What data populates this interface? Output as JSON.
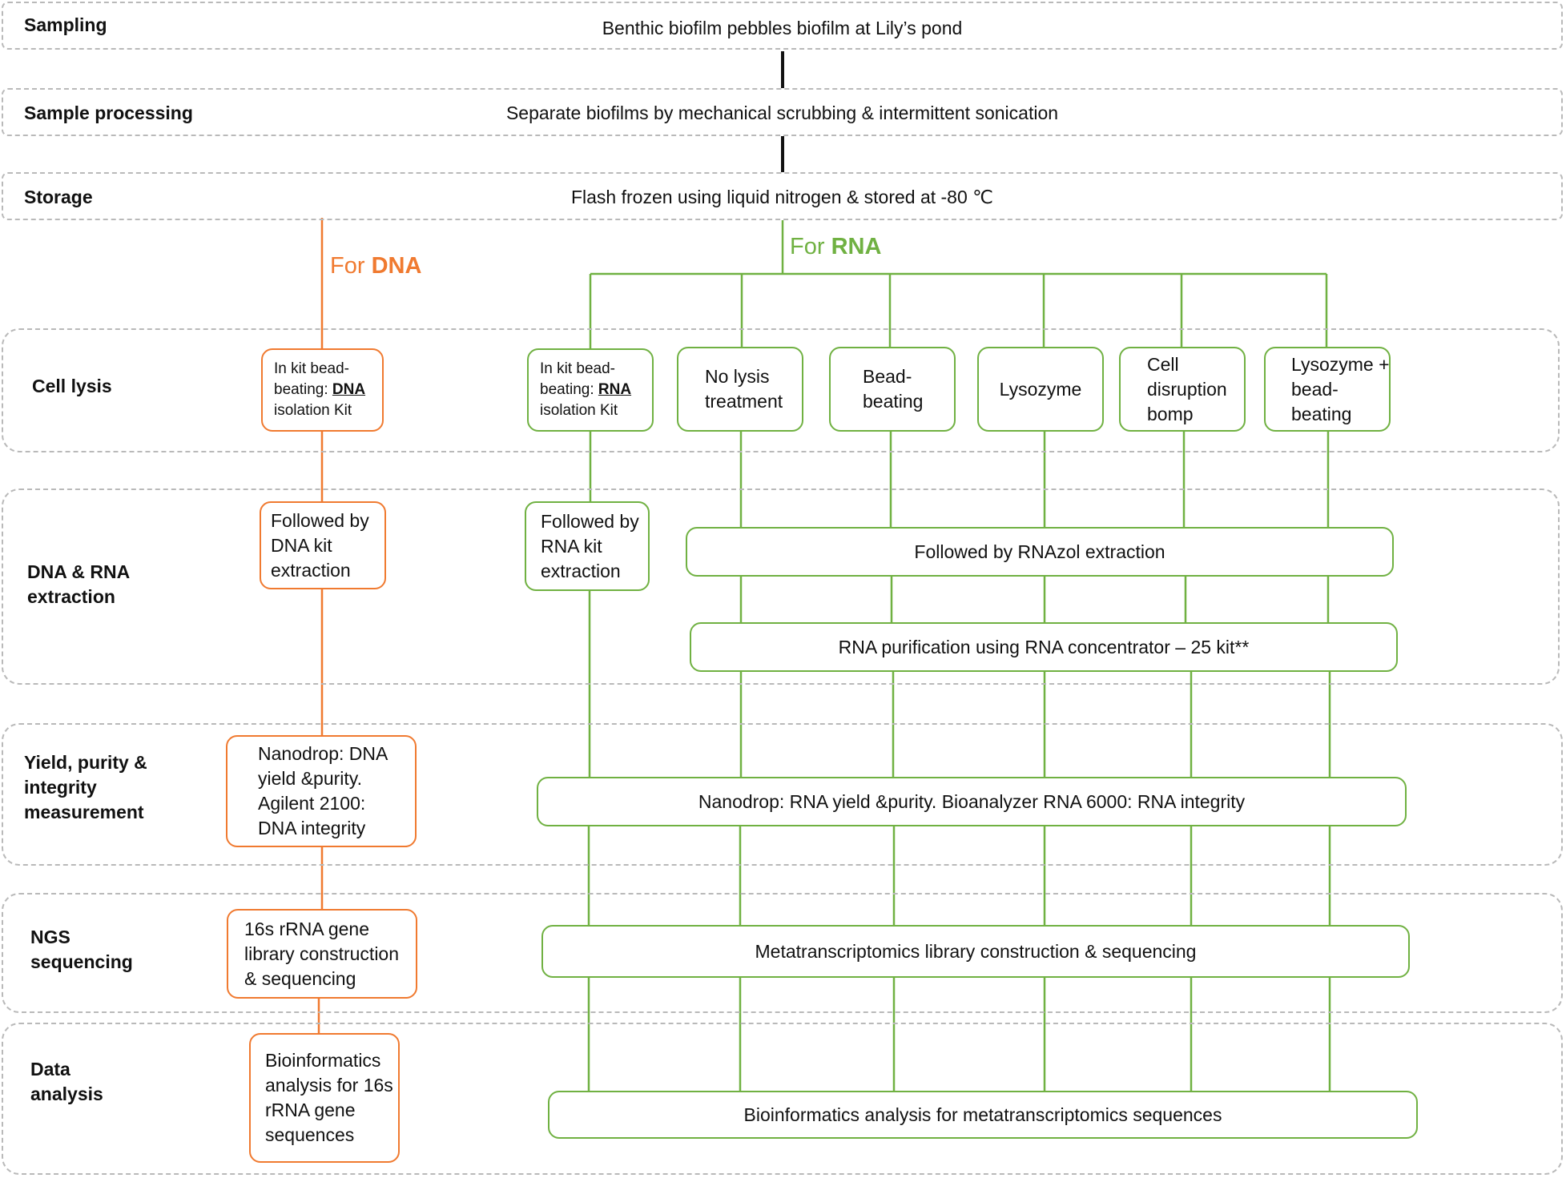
{
  "stages": {
    "sampling": "Sampling",
    "sample_processing": "Sample processing",
    "storage": "Storage",
    "cell_lysis": "Cell lysis",
    "extraction": "DNA & RNA\nextraction",
    "yield": "Yield, purity &\nintegrity\nmeasurement",
    "ngs": "NGS\nsequencing",
    "data_analysis": "Data\nanalysis"
  },
  "steps": {
    "sampling": "Benthic biofilm pebbles biofilm at Lily’s pond",
    "processing": "Separate biofilms by mechanical scrubbing & intermittent sonication",
    "storage": "Flash frozen using liquid nitrogen & stored at -80 ℃"
  },
  "branches": {
    "dna": {
      "prefix": "For ",
      "name": "DNA"
    },
    "rna": {
      "prefix": "For ",
      "name": "RNA"
    }
  },
  "dna_path": {
    "lysis": {
      "l1": "In kit bead-",
      "l2a": "beating: ",
      "l2b": "DNA",
      "l3": "isolation Kit"
    },
    "extraction": [
      "Followed by",
      "DNA kit",
      "extraction"
    ],
    "yield": [
      "Nanodrop: DNA",
      "yield &purity.",
      "Agilent 2100:",
      "DNA integrity"
    ],
    "ngs": [
      "16s rRNA gene",
      "library construction",
      "& sequencing"
    ],
    "analysis": [
      "Bioinformatics",
      "analysis for 16s",
      "rRNA gene",
      "sequences"
    ]
  },
  "rna_path": {
    "lysis_kit": {
      "l1": "In kit bead-",
      "l2a": "beating: ",
      "l2b": "RNA",
      "l3": "isolation Kit"
    },
    "lysis_options": [
      [
        "No lysis",
        "treatment"
      ],
      [
        "Bead-",
        "beating"
      ],
      [
        "Lysozyme"
      ],
      [
        "Cell",
        "disruption",
        "bomp"
      ],
      [
        "Lysozyme +",
        "bead-",
        "beating"
      ]
    ],
    "kit_extraction": [
      "Followed by",
      "RNA kit",
      "extraction"
    ],
    "rnazol": "Followed by RNAzol extraction",
    "purification": "RNA purification using RNA concentrator – 25 kit**",
    "yield": "Nanodrop: RNA yield &purity. Bioanalyzer RNA 6000: RNA integrity",
    "ngs": "Metatranscriptomics library construction & sequencing",
    "analysis": "Bioinformatics analysis for metatranscriptomics sequences"
  },
  "colors": {
    "dna": "#f07a30",
    "rna": "#70b142",
    "band_border": "#b9b9b9"
  }
}
